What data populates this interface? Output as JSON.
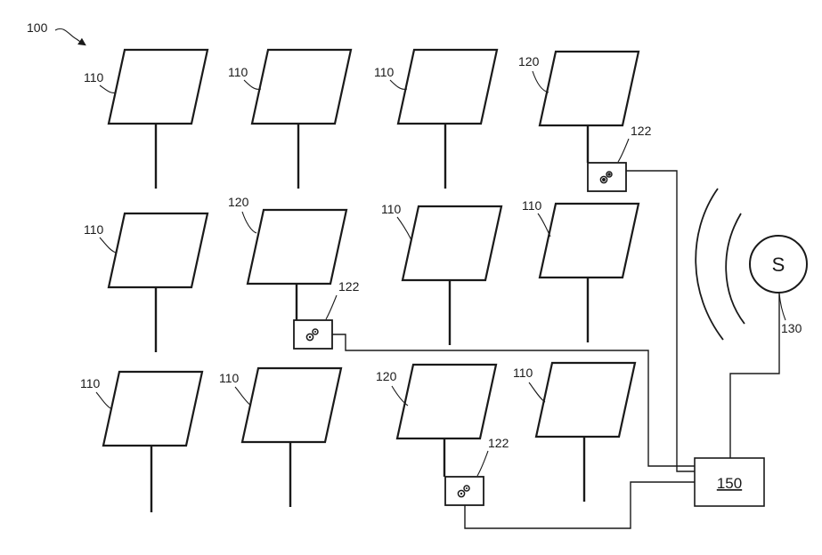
{
  "figure_label": "100",
  "label_tracker_standard": "110",
  "label_tracker_sensor": "120",
  "label_actuator": "122",
  "label_sensor_ref": "130",
  "sensor_symbol": "S",
  "controller_label": "150",
  "icons": {
    "actuator": "gears-icon",
    "sensor": "sensor-circle-icon"
  },
  "grid": {
    "row1": [
      "110",
      "110",
      "110",
      "120"
    ],
    "row2": [
      "110",
      "120",
      "110",
      "110"
    ],
    "row3": [
      "110",
      "110",
      "120",
      "110"
    ]
  }
}
